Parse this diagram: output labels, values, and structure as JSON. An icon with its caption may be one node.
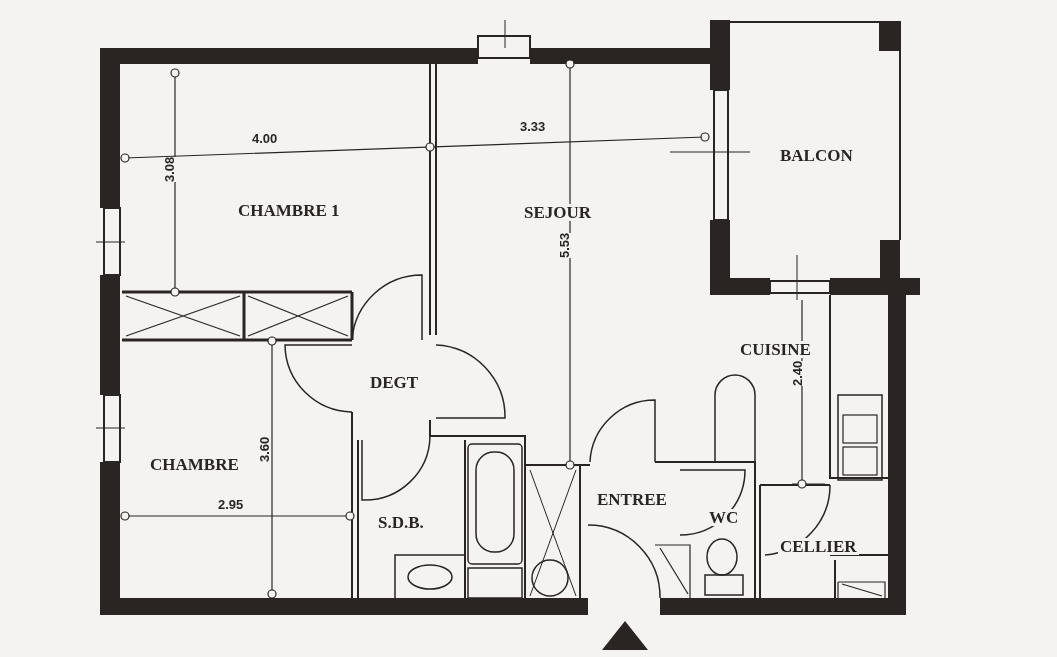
{
  "diagram": {
    "labels": [
      "BALCON",
      "4.00",
      "3.33",
      "3.08",
      "CHAMBRE 1",
      "SEJOUR",
      "5.53",
      "CUISINE",
      "DEGT",
      "2.40",
      "CHAMBRE",
      "3.60",
      "2.95",
      "ENTREE",
      "WC",
      "S.D.B.",
      "CELLIER"
    ]
  }
}
